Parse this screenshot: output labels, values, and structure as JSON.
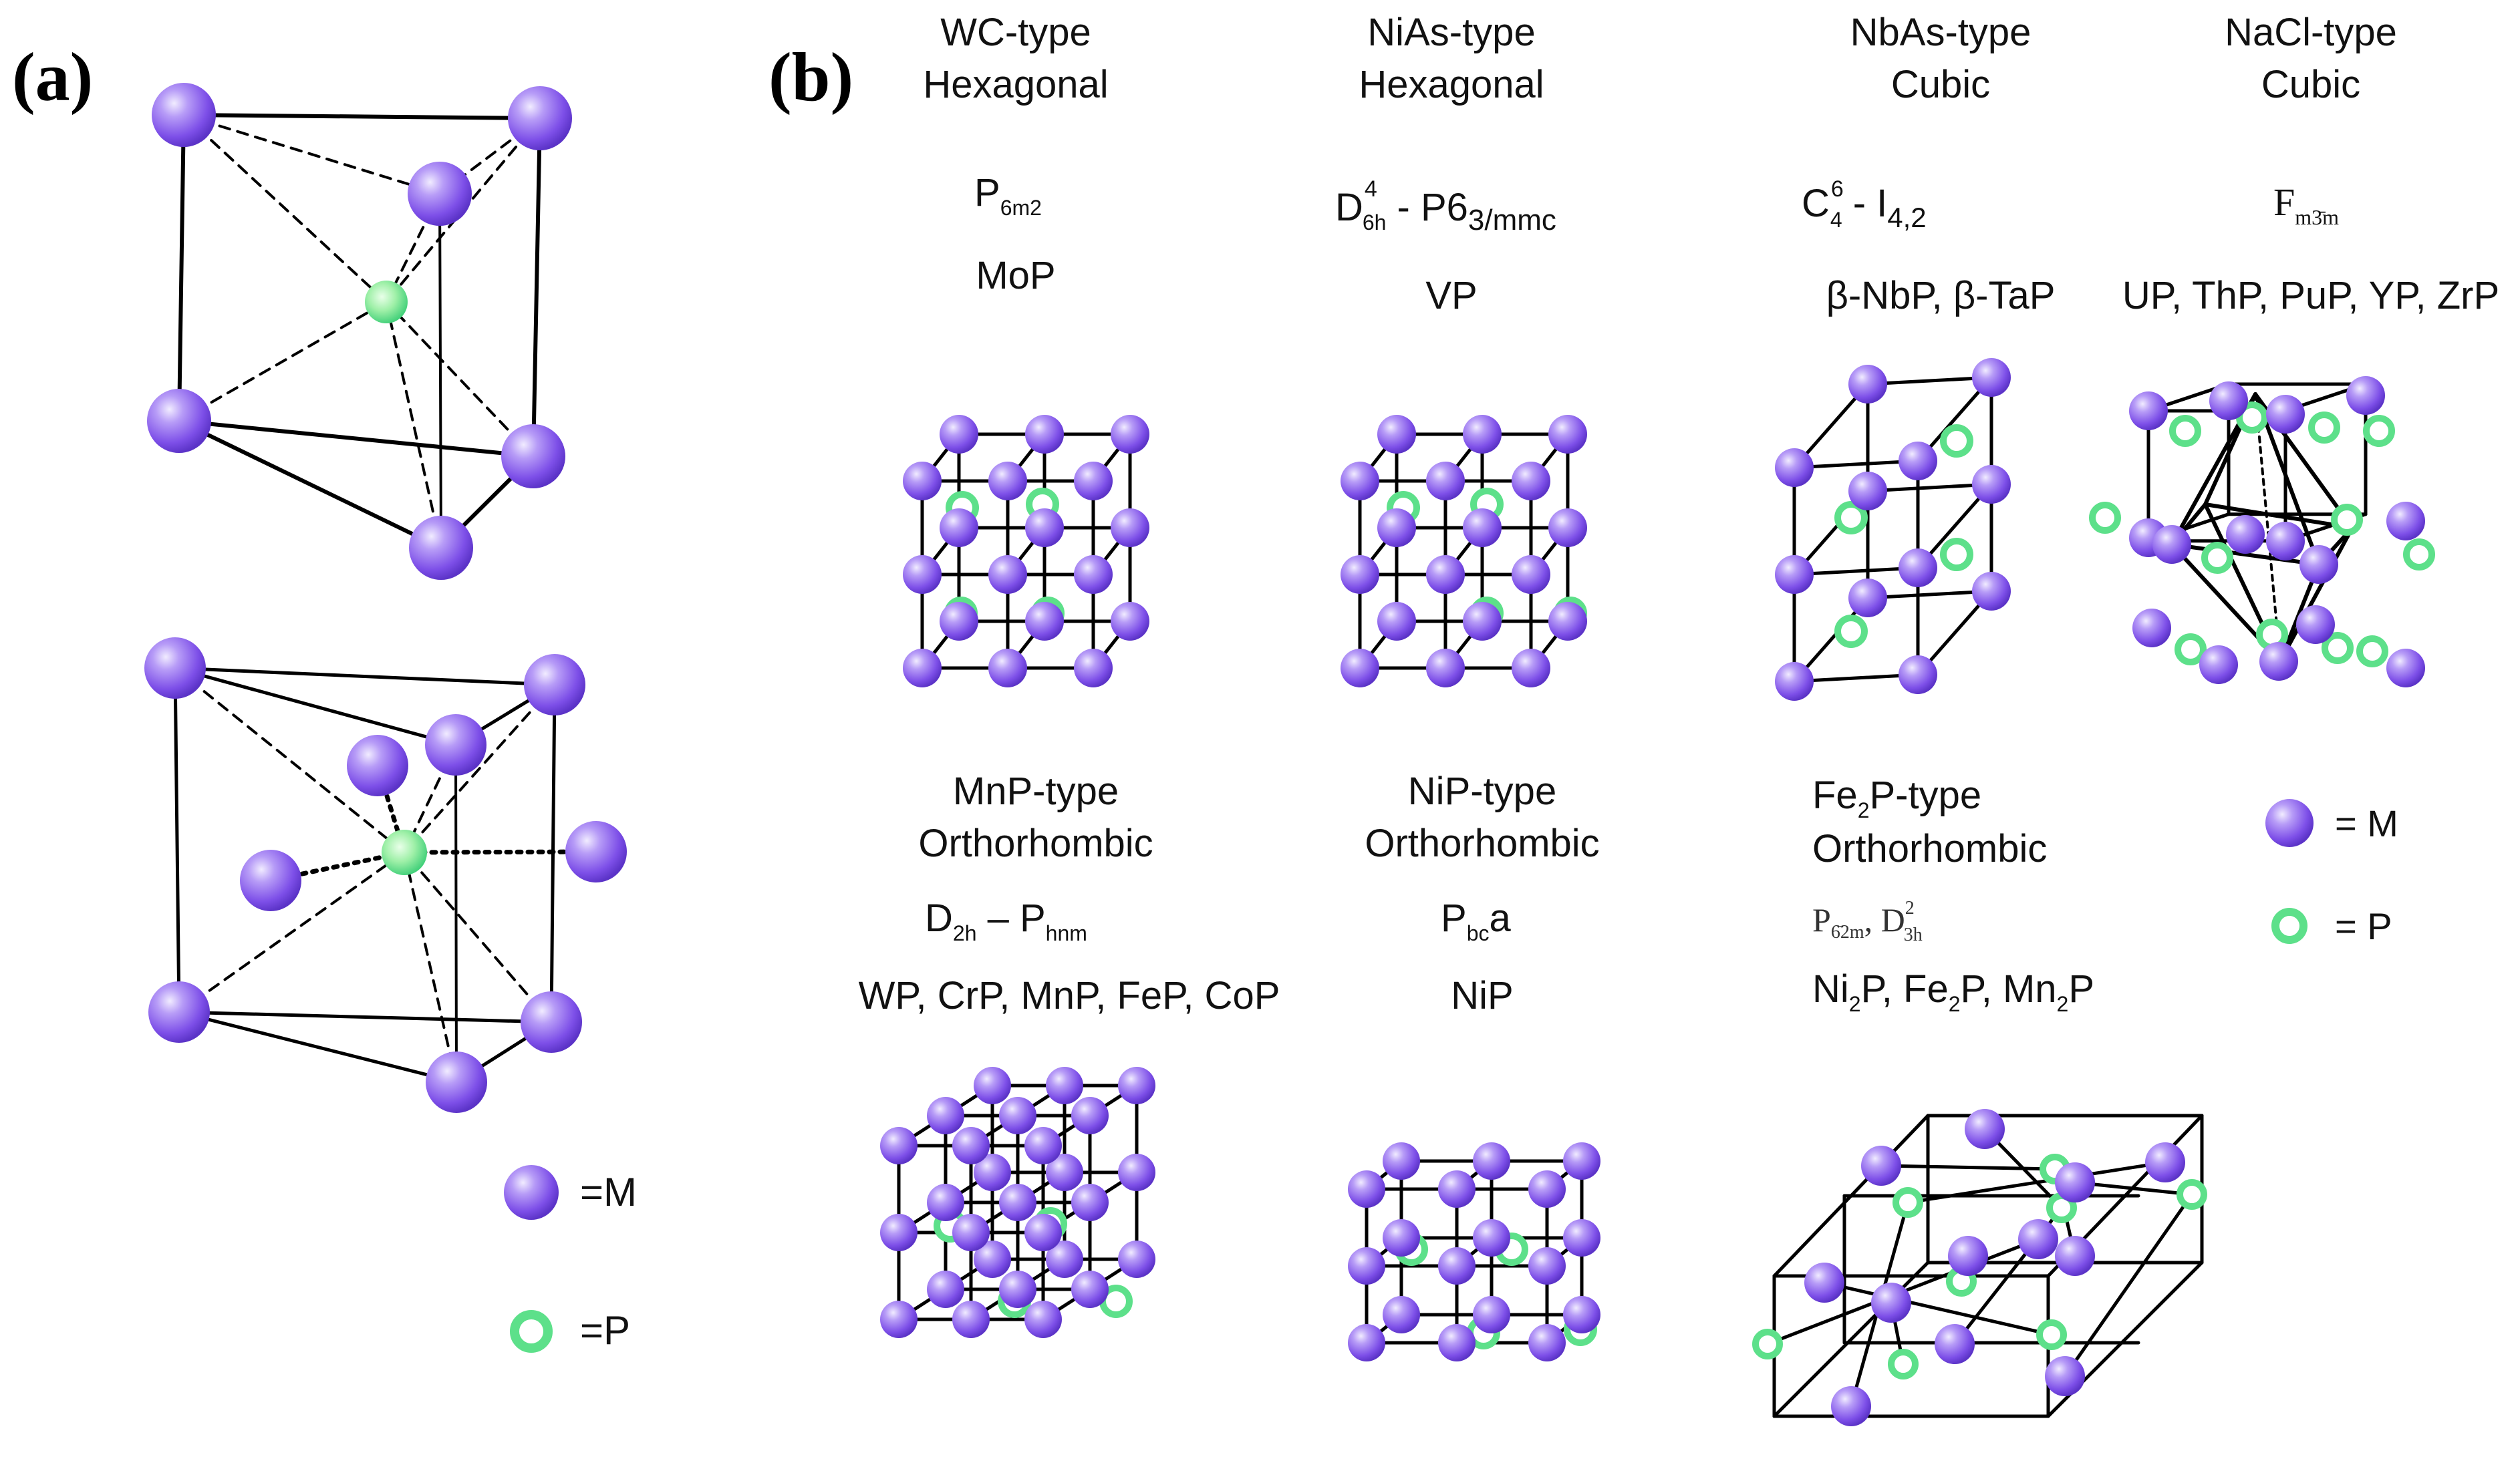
{
  "panel_a": {
    "label": "(a)",
    "legend_m": "=M",
    "legend_p": "=P"
  },
  "panel_b": {
    "label": "(b)",
    "structures": [
      {
        "type": "WC-type",
        "system": "Hexagonal",
        "group_base": "P",
        "group_sub": "6m2",
        "compounds": "MoP"
      },
      {
        "type": "NiAs-type",
        "system": "Hexagonal",
        "group_base": "D",
        "group_sup": "4",
        "group_sub": "6h",
        "group_rest": " - P6",
        "group_rest_sub": "3/mmc",
        "compounds": "VP"
      },
      {
        "type": "NbAs-type",
        "system": "Cubic",
        "group_base": "C",
        "group_sup": "6",
        "group_sub": "4",
        "group_rest": " - I",
        "group_rest_sub": "4,2",
        "compounds": "β-NbP, β-TaP"
      },
      {
        "type": "NaCl-type",
        "system": "Cubic",
        "group_base": "F",
        "group_sub": "m3̄m",
        "compounds": "UP, ThP, PuP, YP, ZrP"
      },
      {
        "type": "MnP-type",
        "system": "Orthorhombic",
        "group_base": "D",
        "group_sub": "2h",
        "group_rest": " – P",
        "group_rest_sub": "hnm",
        "compounds": "WP, CrP, MnP, FeP, CoP"
      },
      {
        "type": "NiP-type",
        "system": "Orthorhombic",
        "group_base": "P",
        "group_sub": "bc",
        "group_rest": "a",
        "compounds": "NiP"
      },
      {
        "type_base": "Fe",
        "type_sub": "2",
        "type_rest": "P-type",
        "system": "Orthorhombic",
        "group_base": "P",
        "group_sub": "6̄2m",
        "group_rest": ", D",
        "group_rest_sup": "2",
        "group_rest_sub": "3h",
        "compounds_parts": [
          "Ni",
          "2",
          "P, Fe",
          "2",
          "P, Mn",
          "2",
          "P"
        ]
      }
    ],
    "legend_m": "= M",
    "legend_p": "= P"
  },
  "colors": {
    "metal_atom": "#8a5cf0",
    "metal_highlight": "#e4dcff",
    "phosphorus_atom": "#5de08a",
    "lines": "#000000"
  }
}
